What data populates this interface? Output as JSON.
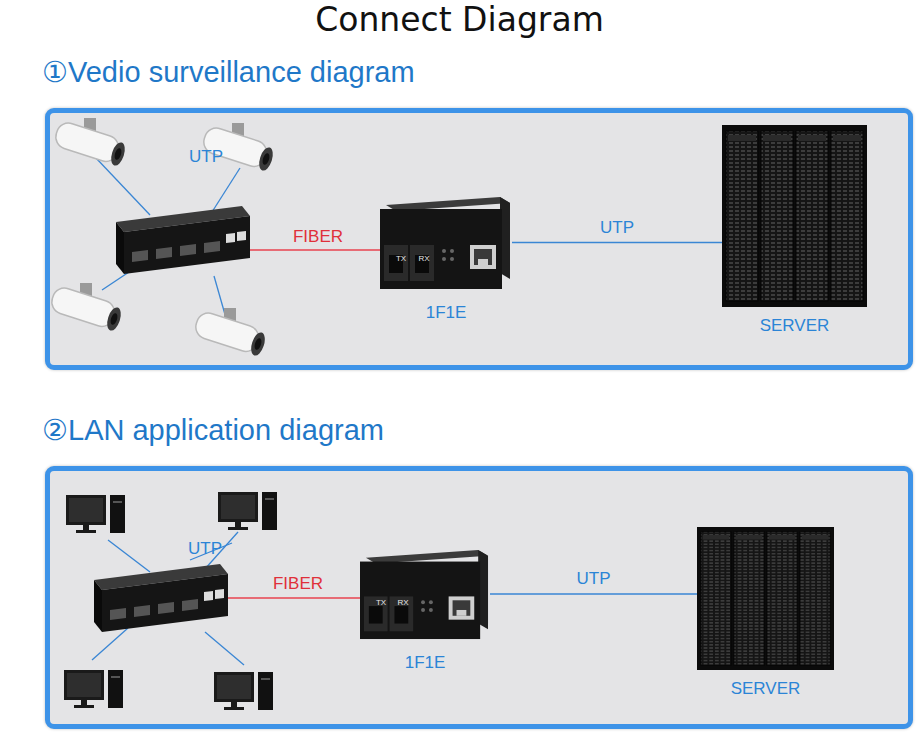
{
  "diagram": {
    "title": "Connect Diagram",
    "nodes": [
      {
        "text": [
          "①Vedio surveillance diagram"
        ]
      },
      {
        "text": [
          "1F1E"
        ],
        "in": 0
      },
      {
        "text": [
          "SERVER"
        ],
        "in": 0
      },
      {
        "text": [
          "②LAN application diagram"
        ]
      },
      {
        "text": [
          "1F1E"
        ],
        "in": 3
      },
      {
        "text": [
          "SERVER"
        ],
        "in": 3
      }
    ],
    "edges": [
      {
        "from": 1,
        "to": 2,
        "label": "UTP",
        "arrow": "none"
      },
      {
        "from": 4,
        "to": 5,
        "label": "UTP",
        "arrow": "none"
      }
    ],
    "labels": [
      "UTP",
      "FIBER",
      "TX",
      "RX",
      "UTP",
      "FIBER",
      "TX",
      "RX"
    ]
  }
}
